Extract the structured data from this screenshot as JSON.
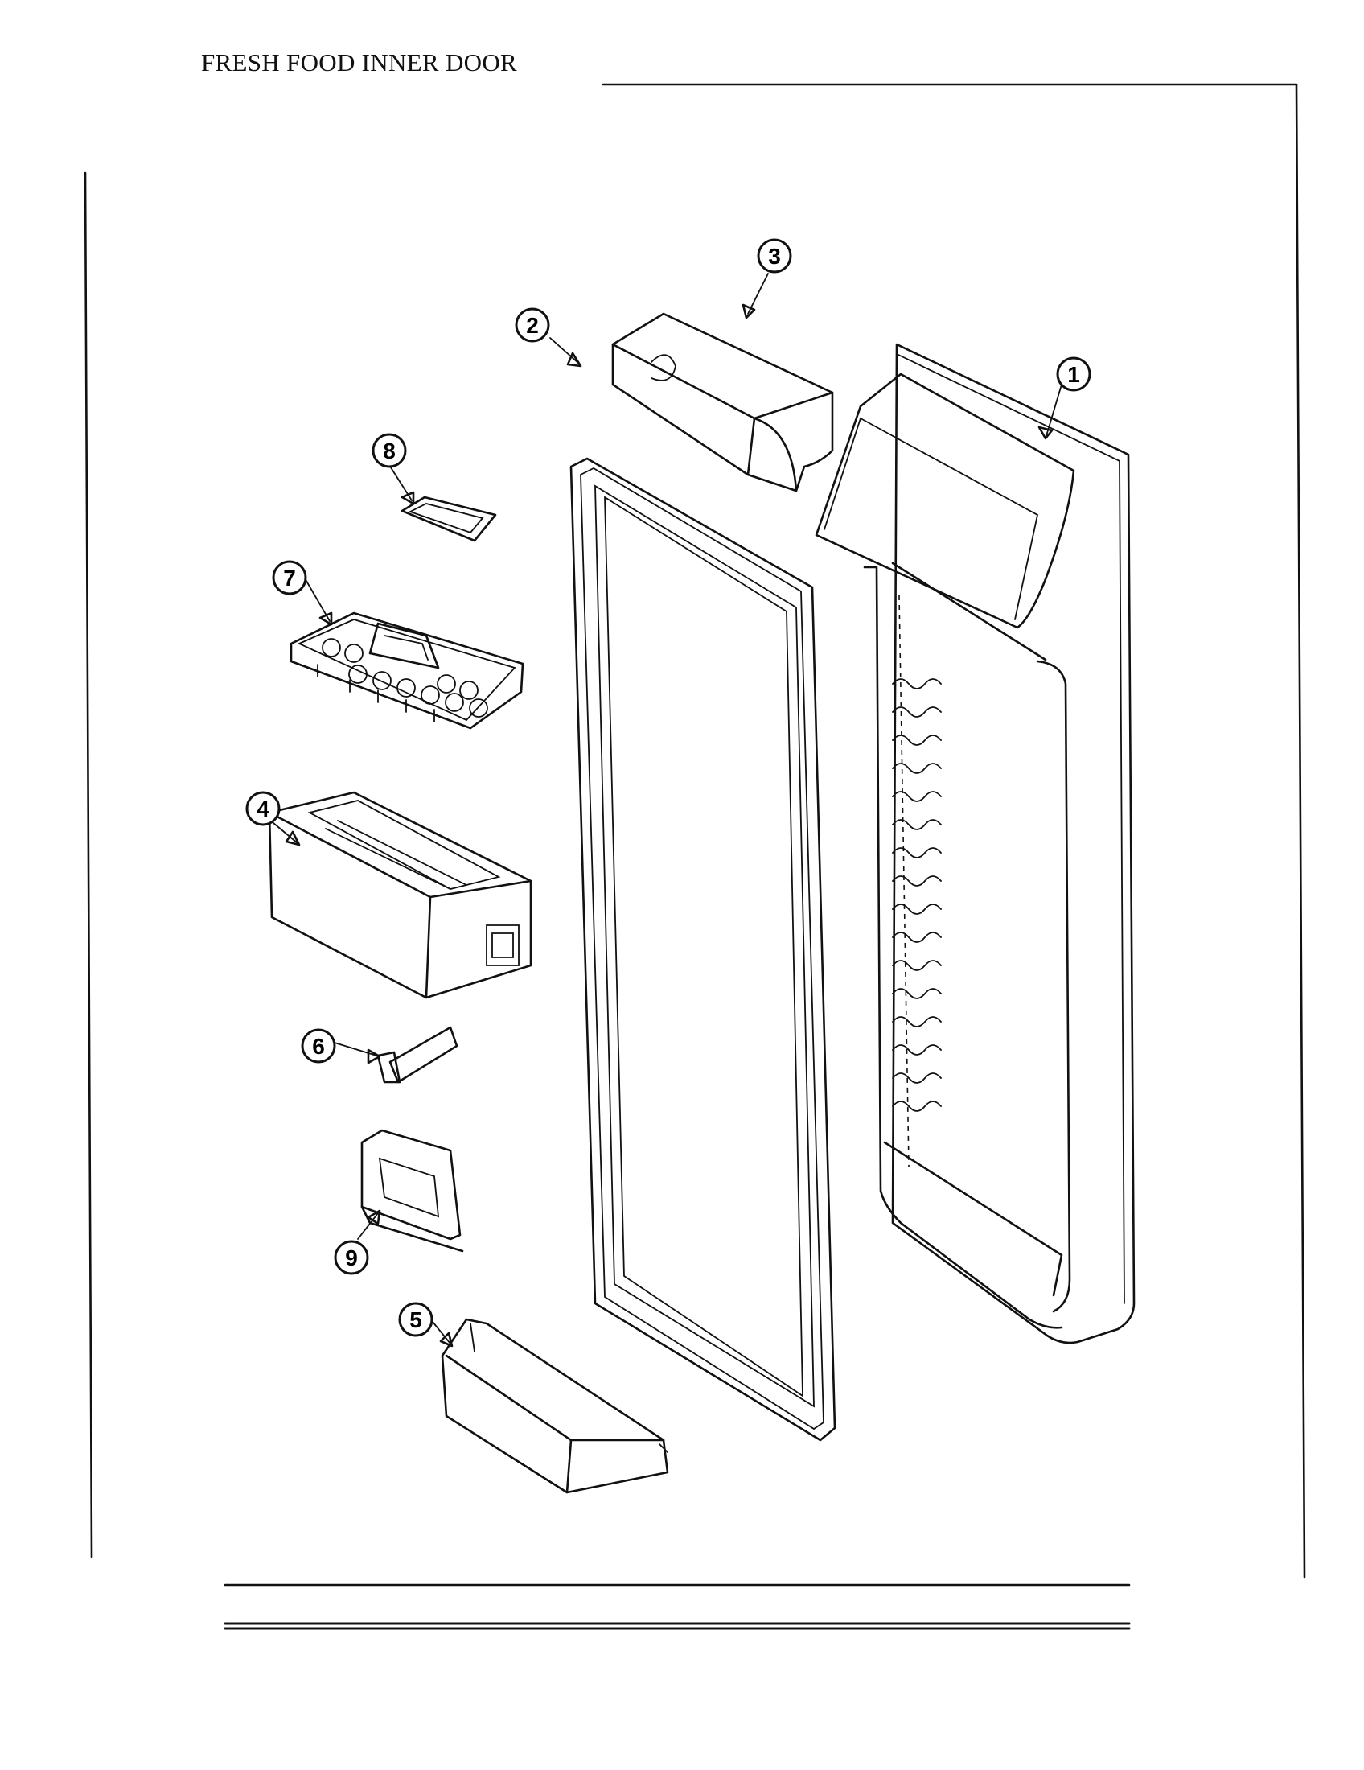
{
  "title": "FRESH FOOD INNER DOOR",
  "callouts": [
    {
      "id": "door-liner",
      "label": "1"
    },
    {
      "id": "door-gasket",
      "label": "2"
    },
    {
      "id": "dairy-compartment",
      "label": "3"
    },
    {
      "id": "door-bin",
      "label": "4"
    },
    {
      "id": "bottle-shelf",
      "label": "5"
    },
    {
      "id": "bin-clip",
      "label": "6"
    },
    {
      "id": "egg-tray",
      "label": "7"
    },
    {
      "id": "egg-tray-insert",
      "label": "8"
    },
    {
      "id": "bin-cover",
      "label": "9"
    }
  ]
}
